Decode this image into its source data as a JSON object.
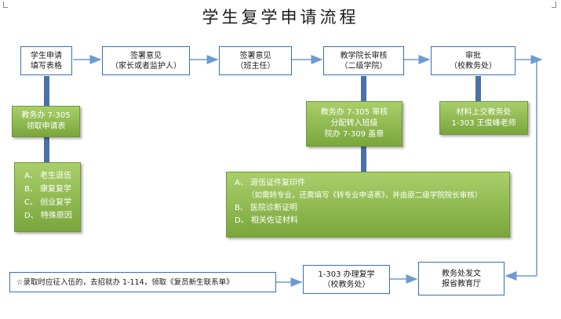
{
  "title": "学生复学申请流程",
  "steps": [
    {
      "line1": "学生申请",
      "line2": "填写表格"
    },
    {
      "line1": "签署意见",
      "line2": "（家长或者监护人）"
    },
    {
      "line1": "签署意见",
      "line2": "（班主任）"
    },
    {
      "line1": "教学院长审核",
      "line2": "（二级学院）"
    },
    {
      "line1": "审批",
      "line2": "（校教务处）"
    }
  ],
  "notes": {
    "collect_form": {
      "line1": "教务办 7-305",
      "line2": "领取申请表"
    },
    "reasons": [
      "A、 老生退伍",
      "B、 康复复学",
      "C、 创业复学",
      "D、 特殊原因"
    ],
    "college_review": [
      "教务办 7-305  审核",
      "分配转入班级",
      "院办  7-309  盖章"
    ],
    "submit_materials": [
      "材料上交教务处",
      "1-303  王俊峰老师"
    ],
    "attachments": [
      "A、 退伍证件复印件",
      "（如需转专业，还需填写《转专业申请表》，并由原二级学院院长审核）",
      "B、 医院诊断证明",
      "D、 相关佐证材料"
    ]
  },
  "bottom": {
    "enlist_note": "☆录取时应征入伍的，去招就办 1-114，领取《复员新生联系单》",
    "register": {
      "line1": "1-303 办理复学",
      "line2": "（校教务处）"
    },
    "issue": {
      "line1": "教务处发文",
      "line2": "报省教育厅"
    }
  },
  "colors": {
    "box_border": "#3b6fb6",
    "connector": "#6d9bd1",
    "green": "#8bb84a",
    "bar": "#4a72a8"
  }
}
